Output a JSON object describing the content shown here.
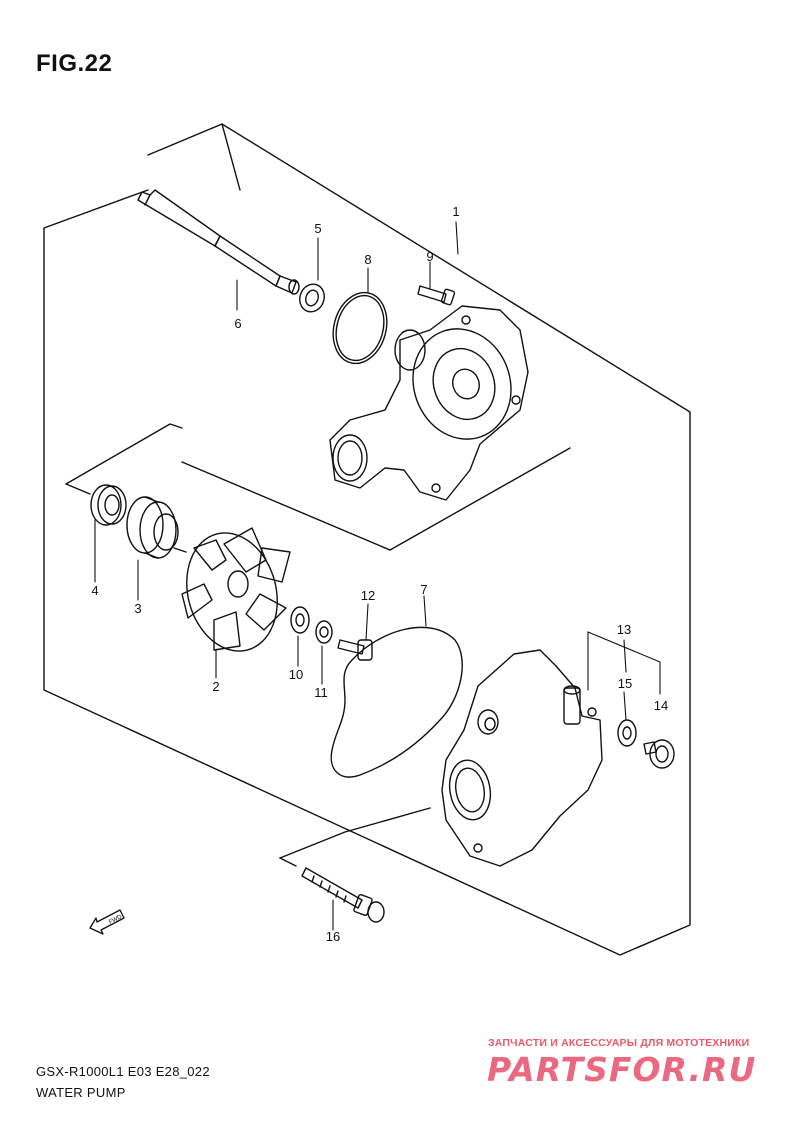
{
  "figure": {
    "title": "FIG.22"
  },
  "parts": [
    {
      "ref": "1"
    },
    {
      "ref": "2"
    },
    {
      "ref": "3"
    },
    {
      "ref": "4"
    },
    {
      "ref": "5"
    },
    {
      "ref": "6"
    },
    {
      "ref": "7"
    },
    {
      "ref": "8"
    },
    {
      "ref": "9"
    },
    {
      "ref": "10"
    },
    {
      "ref": "11"
    },
    {
      "ref": "12"
    },
    {
      "ref": "13"
    },
    {
      "ref": "14"
    },
    {
      "ref": "15"
    },
    {
      "ref": "16"
    }
  ],
  "fwd_label": "FWD",
  "footer": {
    "model_code": "GSX-R1000L1  E03 E28_022",
    "model_name": "WATER PUMP"
  },
  "watermark": {
    "subtitle": "ЗАПЧАСТИ И АКСЕССУАРЫ ДЛЯ МОТОТЕХНИКИ",
    "logo": "PARTSFOR.RU",
    "color": "#e8506a"
  }
}
